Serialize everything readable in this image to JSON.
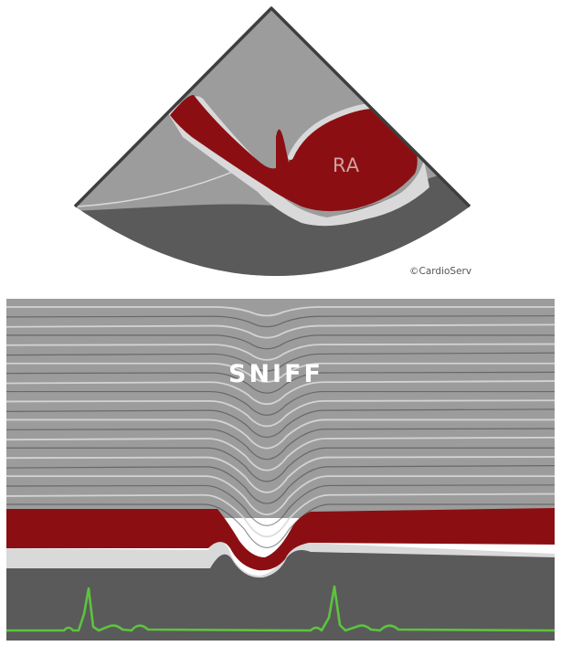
{
  "diagram": {
    "labels": {
      "chamber": "RA",
      "copyright": "©CardioServ",
      "maneuver": "SNIFF"
    },
    "colors": {
      "tissue_light": "#9c9c9c",
      "tissue_dark": "#5a5a5a",
      "blood": "#8b0f12",
      "wall": "#d9d9d9",
      "outline": "#3e3e3e",
      "ecg": "#5cc43e",
      "chamber_label": "#cfa3a3",
      "maneuver_label": "#ffffff",
      "copyright_text": "#555555"
    }
  }
}
